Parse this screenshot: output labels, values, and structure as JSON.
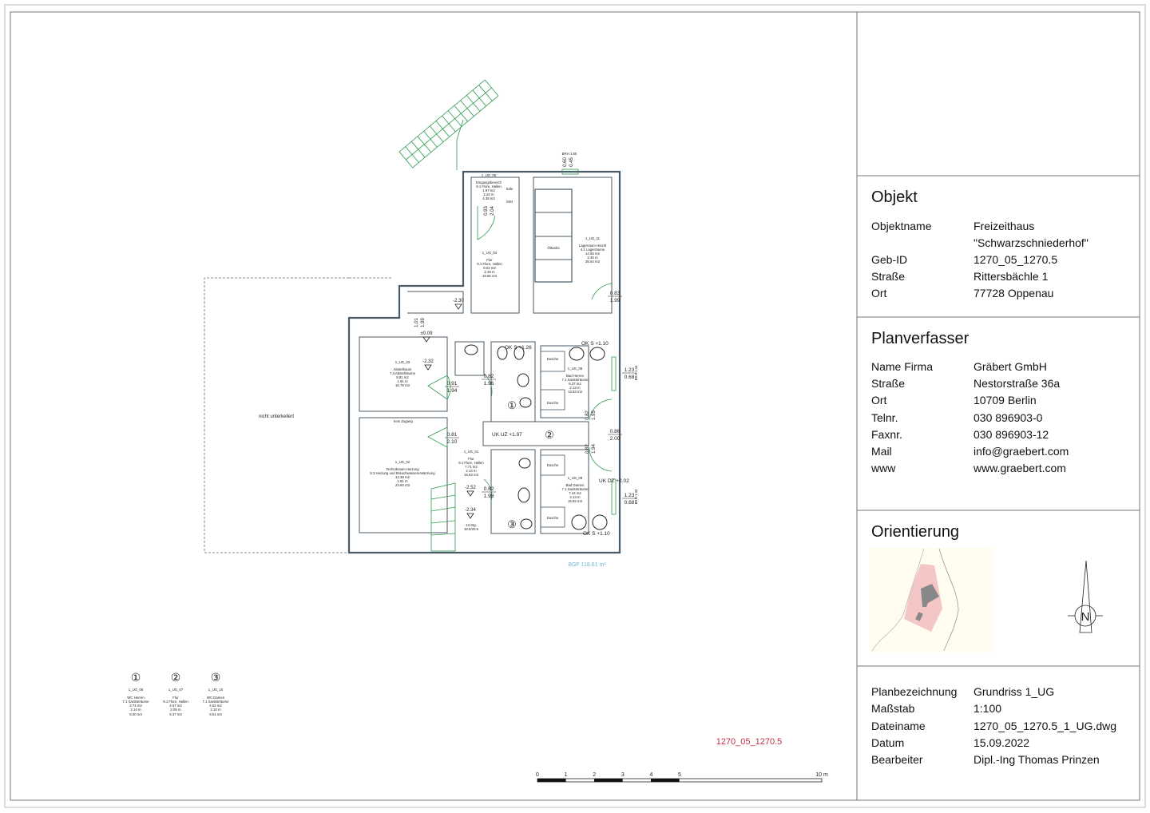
{
  "plan": {
    "not_basement": "nicht unterkellert",
    "bgf": "BGF 118.61 m²",
    "plan_id": "1270_05_1270.5",
    "oeltanks": "Öltanks",
    "safe": "Safe",
    "mst": "MSt",
    "kein_zugang": "kein Zugang",
    "stairs": [
      "13 Stg.",
      "18.5/20.5"
    ],
    "dusche": "Dusche",
    "rooms": [
      {
        "id": "1_UG_05",
        "name": "Eingangsbereich",
        "cat": "9.1 Flure, Hallen",
        "area": "1.97 m2",
        "height": "2.22 m",
        "vol": "4.38 m3"
      },
      {
        "id": "1_UG_04",
        "name": "Flur",
        "cat": "9.1 Flure, Hallen",
        "area": "9.02 m2",
        "height": "2.18 m",
        "vol": "19.66 m3"
      },
      {
        "id": "1_UG_11",
        "name": "Lagerraum Heizöl",
        "cat": "4.1 Lagerräume",
        "area": "14.55 m2",
        "height": "2.45 m",
        "vol": "35.64 m3"
      },
      {
        "id": "1_UG_03",
        "name": "Abstellraum",
        "cat": "7.3 Abstellräume",
        "area": "8.81 m2",
        "height": "1.91 m",
        "vol": "16.78 m3"
      },
      {
        "id": "1_UG_02",
        "name": "Technikraum Heizung",
        "cat": "8.3 Heizung und Brauchwassererwärmung",
        "area": "12.38 m2",
        "height": "1.91 m",
        "vol": "23.60 m3"
      },
      {
        "id": "1_UG_01",
        "name": "Flur",
        "cat": "9.1 Flure, Hallen",
        "area": "7.71 m2",
        "height": "2.14 m",
        "vol": "16.53 m3"
      },
      {
        "id": "1_UG_08",
        "name": "Bad Herren",
        "cat": "7.1 Sanitärräume",
        "area": "6.37 m2",
        "height": "2.13 m",
        "vol": "13.53 m3"
      },
      {
        "id": "1_UG_09",
        "name": "Bad Damen",
        "cat": "7.1 Sanitärräume",
        "area": "7.44 m2",
        "height": "2.13 m",
        "vol": "15.82 m3"
      }
    ],
    "legend": [
      {
        "num": "①",
        "id": "1_UG_06",
        "name": "WC Herren",
        "cat": "7.1 Sanitärräume",
        "area": "3.74 m2",
        "height": "2.14 m",
        "vol": "8.00 m3"
      },
      {
        "num": "②",
        "id": "1_UG_07",
        "name": "Flur",
        "cat": "9.1 Flure, Hallen",
        "area": "4.57 m2",
        "height": "2.05 m",
        "vol": "9.37 m3"
      },
      {
        "num": "③",
        "id": "1_UG_10",
        "name": "WC Damen",
        "cat": "7.1 Sanitärräume",
        "area": "4.52 m2",
        "height": "2.10 m",
        "vol": "9.51 m3"
      }
    ],
    "levels": [
      "-2.30",
      "±0.09",
      "-2.32",
      "-2.52",
      "-2.34"
    ],
    "marks": [
      "UK UZ +1.97",
      "UK DZ +2.02",
      "OK S +1.26",
      "OK S +1.10",
      "OK S +1.10"
    ],
    "brh": [
      "BRH 1.80",
      "BRH 1.34",
      "BRH 1.34"
    ],
    "doors": [
      [
        "0.93",
        "2.04"
      ],
      [
        "1.01",
        "1.99"
      ],
      [
        "0.83",
        "1.99"
      ],
      [
        "0.91",
        "1.94"
      ],
      [
        "0.82",
        "1.96"
      ],
      [
        "0.81",
        "2.10"
      ],
      [
        "0.86",
        "2.00"
      ],
      [
        "0.82",
        "1.93"
      ],
      [
        "0.82",
        "1.95"
      ],
      [
        "0.82",
        "1.94"
      ],
      [
        "0.60",
        "0.45"
      ],
      [
        "1.23",
        "0.68"
      ],
      [
        "1.23",
        "0.68"
      ]
    ],
    "scale_ticks": [
      "0",
      "1",
      "2",
      "3",
      "4",
      "5",
      "10 m"
    ]
  },
  "titleblock": {
    "objekt": {
      "heading": "Objekt",
      "rows": [
        {
          "k": "Objektname",
          "v": "Freizeithaus"
        },
        {
          "k": "",
          "v": "\"Schwarzschniederhof\""
        },
        {
          "k": "Geb-ID",
          "v": "1270_05_1270.5"
        },
        {
          "k": "Straße",
          "v": "Rittersbächle 1"
        },
        {
          "k": "Ort",
          "v": "77728 Oppenau"
        }
      ]
    },
    "planverfasser": {
      "heading": "Planverfasser",
      "rows": [
        {
          "k": "Name Firma",
          "v": "Gräbert GmbH"
        },
        {
          "k": "Straße",
          "v": "Nestorstraße 36a"
        },
        {
          "k": "Ort",
          "v": "10709 Berlin"
        },
        {
          "k": "Telnr.",
          "v": "030 896903-0"
        },
        {
          "k": "Faxnr.",
          "v": "030 896903-12"
        },
        {
          "k": "Mail",
          "v": "info@graebert.com"
        },
        {
          "k": "www",
          "v": "www.graebert.com"
        }
      ]
    },
    "orientierung": {
      "heading": "Orientierung",
      "north": "N"
    },
    "plan": {
      "rows": [
        {
          "k": "Planbezeichnung",
          "v": "Grundriss 1_UG"
        },
        {
          "k": "Maßstab",
          "v": "1:100"
        },
        {
          "k": "Dateiname",
          "v": "1270_05_1270.5_1_UG.dwg"
        },
        {
          "k": "Datum",
          "v": "15.09.2022"
        },
        {
          "k": "Bearbeiter",
          "v": "Dipl.-Ing Thomas Prinzen"
        }
      ]
    }
  },
  "colors": {
    "wall": "#4a5a66",
    "green": "#2e9a4e",
    "red": "#c0304a",
    "cyan": "#6fb8d0",
    "pink": "#f4c6c6"
  }
}
